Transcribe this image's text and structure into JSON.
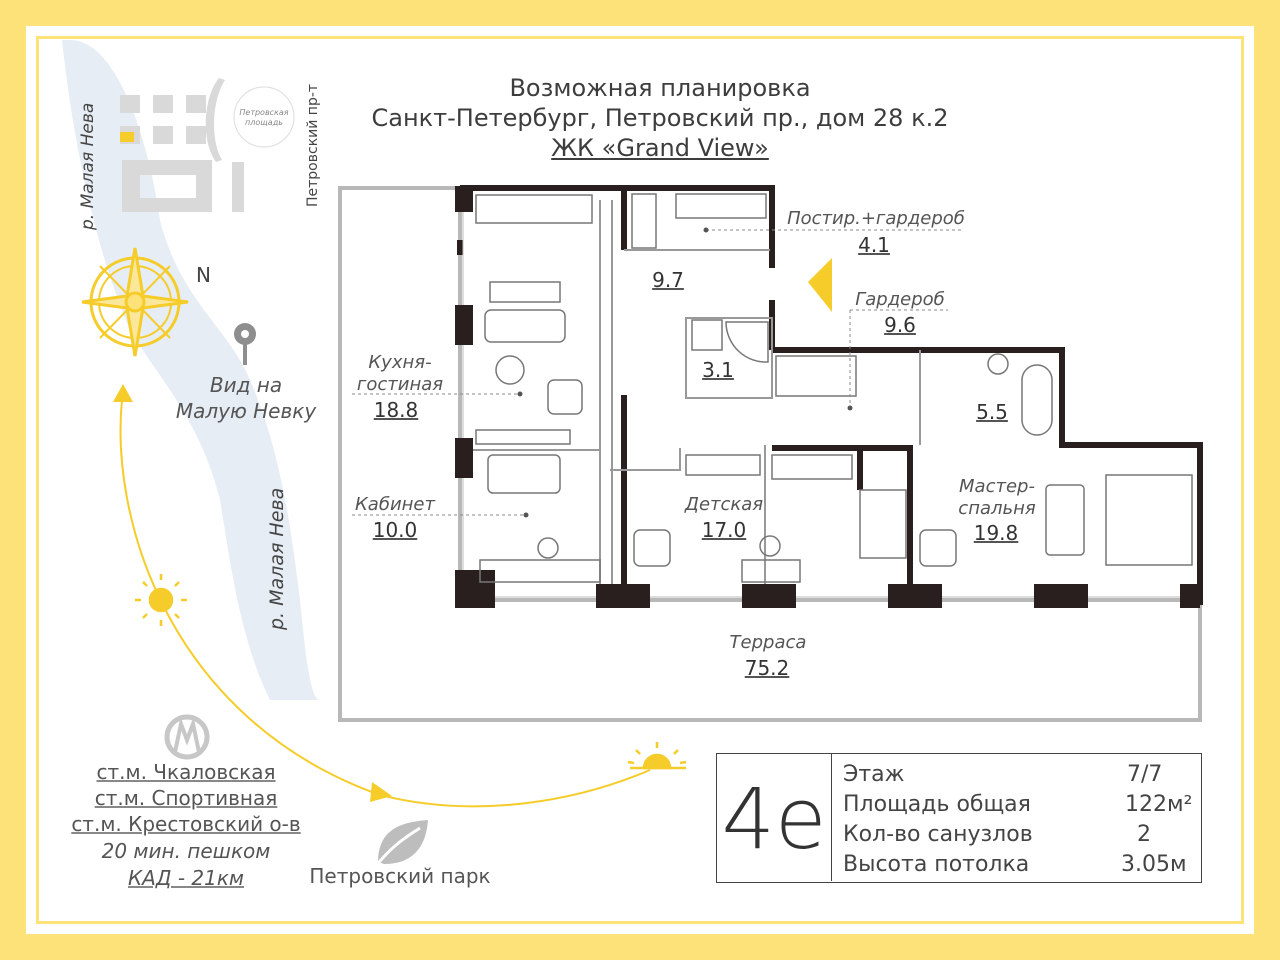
{
  "header": {
    "line1": "Возможная планировка",
    "line2": "Санкт-Петербург, Петровский пр., дом 28 к.2",
    "line3": "ЖК «Grand View»"
  },
  "map": {
    "river_top": "р. Малая Нева",
    "river_bottom": "р. Малая Нева",
    "street": "Петровский пр-т",
    "square_line1": "Петровская",
    "square_line2": "площадь",
    "north": "N",
    "view_line1": "Вид на",
    "view_line2": "Малую Невку",
    "park": "Петровский парк"
  },
  "metro": {
    "stations": [
      "ст.м. Чкаловская",
      "ст.м. Спортивная",
      "ст.м. Крестовский о-в"
    ],
    "walk": "20 мин. пешком",
    "kad": "КАД - 21км"
  },
  "rooms": [
    {
      "id": "kitchen",
      "name_lines": [
        "Кухня-",
        "гостиная"
      ],
      "area": "18.8"
    },
    {
      "id": "office",
      "name_lines": [
        "Кабинет"
      ],
      "area": "10.0"
    },
    {
      "id": "hall",
      "name_lines": [],
      "area": "9.7"
    },
    {
      "id": "bath-small",
      "name_lines": [],
      "area": "3.1"
    },
    {
      "id": "laundry",
      "name_lines": [
        "Постир.+гардероб"
      ],
      "area": "4.1"
    },
    {
      "id": "wardrobe",
      "name_lines": [
        "Гардероб"
      ],
      "area": "9.6"
    },
    {
      "id": "bath-big",
      "name_lines": [],
      "area": "5.5"
    },
    {
      "id": "kids",
      "name_lines": [
        "Детская"
      ],
      "area": "17.0"
    },
    {
      "id": "master",
      "name_lines": [
        "Мастер-",
        "спальня"
      ],
      "area": "19.8"
    },
    {
      "id": "terrace",
      "name_lines": [
        "Терраса"
      ],
      "area": "75.2"
    }
  ],
  "info": {
    "code": "4е",
    "rows": [
      {
        "label": "Этаж",
        "value": "7/7"
      },
      {
        "label": "Площадь общая",
        "value": "122м²"
      },
      {
        "label": "Кол-во санузлов",
        "value": "2"
      },
      {
        "label": "Высота потолка",
        "value": "3.05м"
      }
    ]
  },
  "colors": {
    "frame": "#fde27a",
    "sun": "#f5cc2a",
    "wall": "#2a1f1f",
    "river": "#dfe6f0"
  }
}
